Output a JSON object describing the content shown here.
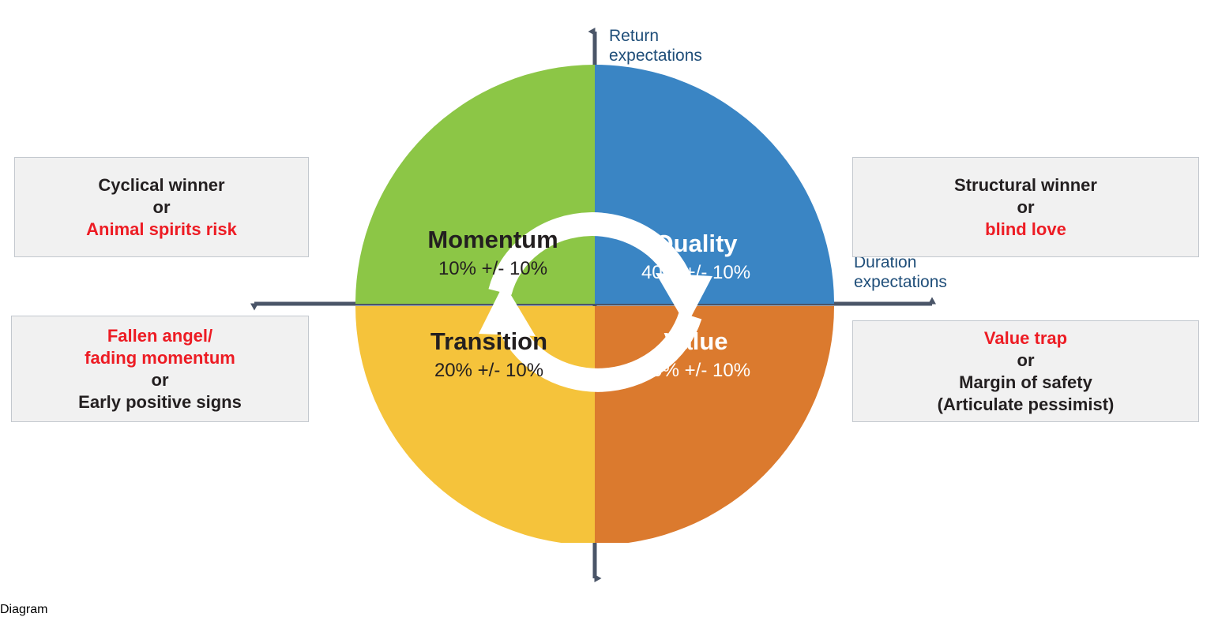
{
  "axes": {
    "y_label": "Return\nexpectations",
    "x_label": "Duration\nexpectations",
    "axis_color": "#4A5568",
    "label_color": "#1F4E79"
  },
  "chart_data": {
    "type": "pie",
    "title": "",
    "categories": [
      "Quality",
      "Value",
      "Transition",
      "Momentum"
    ],
    "values": [
      40,
      30,
      20,
      10
    ],
    "value_labels": [
      "40% +/- 10%",
      "30% +/- 10%",
      "20% +/- 10%",
      "10% +/- 10%"
    ],
    "tolerance": "+/- 10%",
    "colors": [
      "#3A85C4",
      "#DB7A2E",
      "#F5C33B",
      "#8CC646"
    ],
    "legend": "none",
    "grid": false,
    "xlabel": "Duration expectations",
    "ylabel": "Return expectations"
  },
  "quadrants": [
    {
      "key": "momentum",
      "title": "Momentum",
      "value": "10% +/- 10%",
      "color": "#8CC646",
      "text_color": "#231F20",
      "position": "top-left"
    },
    {
      "key": "quality",
      "title": "Quality",
      "value": "40% +/- 10%",
      "color": "#3A85C4",
      "text_color": "#FFFFFF",
      "position": "top-right"
    },
    {
      "key": "transition",
      "title": "Transition",
      "value": "20% +/- 10%",
      "color": "#F5C33B",
      "text_color": "#231F20",
      "position": "bottom-left"
    },
    {
      "key": "value",
      "title": "Value",
      "value": "30% +/- 10%",
      "color": "#DB7A2E",
      "text_color": "#FFFFFF",
      "position": "bottom-right"
    }
  ],
  "callouts": {
    "top_left": {
      "lines": [
        {
          "text": "Cyclical winner",
          "color": "black"
        },
        {
          "text": "or",
          "color": "black"
        },
        {
          "text": "Animal spirits risk",
          "color": "red"
        }
      ]
    },
    "bottom_left": {
      "lines": [
        {
          "text": "Fallen angel/",
          "color": "red"
        },
        {
          "text": "fading momentum",
          "color": "red"
        },
        {
          "text": "or",
          "color": "black"
        },
        {
          "text": "Early positive signs",
          "color": "black"
        }
      ]
    },
    "top_right": {
      "lines": [
        {
          "text": "Structural winner",
          "color": "black"
        },
        {
          "text": "or",
          "color": "black"
        },
        {
          "text": "blind love",
          "color": "red"
        }
      ]
    },
    "bottom_right": {
      "lines": [
        {
          "text": "Value trap",
          "color": "red"
        },
        {
          "text": "or",
          "color": "black"
        },
        {
          "text": "Margin of safety",
          "color": "black"
        },
        {
          "text": "(Articulate pessimist)",
          "color": "black"
        }
      ]
    }
  },
  "arrows": {
    "top_arrow": "curved-arrow-momentum-to-quality",
    "bottom_arrow": "curved-arrow-value-to-transition",
    "color": "#FFFFFF"
  },
  "colors": {
    "red_accent": "#ED1C24",
    "black_text": "#231F20",
    "box_fill": "#F1F1F1",
    "box_border": "#C3C8CE"
  }
}
